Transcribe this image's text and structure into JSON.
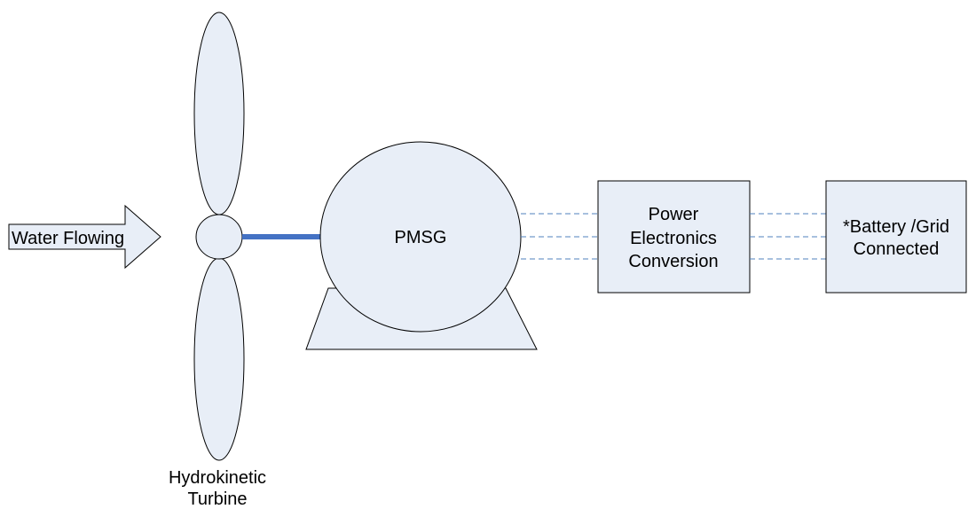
{
  "diagram": {
    "input_label": "Water Flowing",
    "turbine_label_line1": "Hydrokinetic",
    "turbine_label_line2": "Turbine",
    "generator_label": "PMSG",
    "converter_label_line1": "Power",
    "converter_label_line2": "Electronics",
    "converter_label_line3": "Conversion",
    "output_label_line1": "*Battery /Grid",
    "output_label_line2": "Connected"
  },
  "colors": {
    "shape_fill": "#e8eef7",
    "shaft": "#4472c4",
    "connection_lines": "#4f81bd",
    "outline": "#000000"
  }
}
